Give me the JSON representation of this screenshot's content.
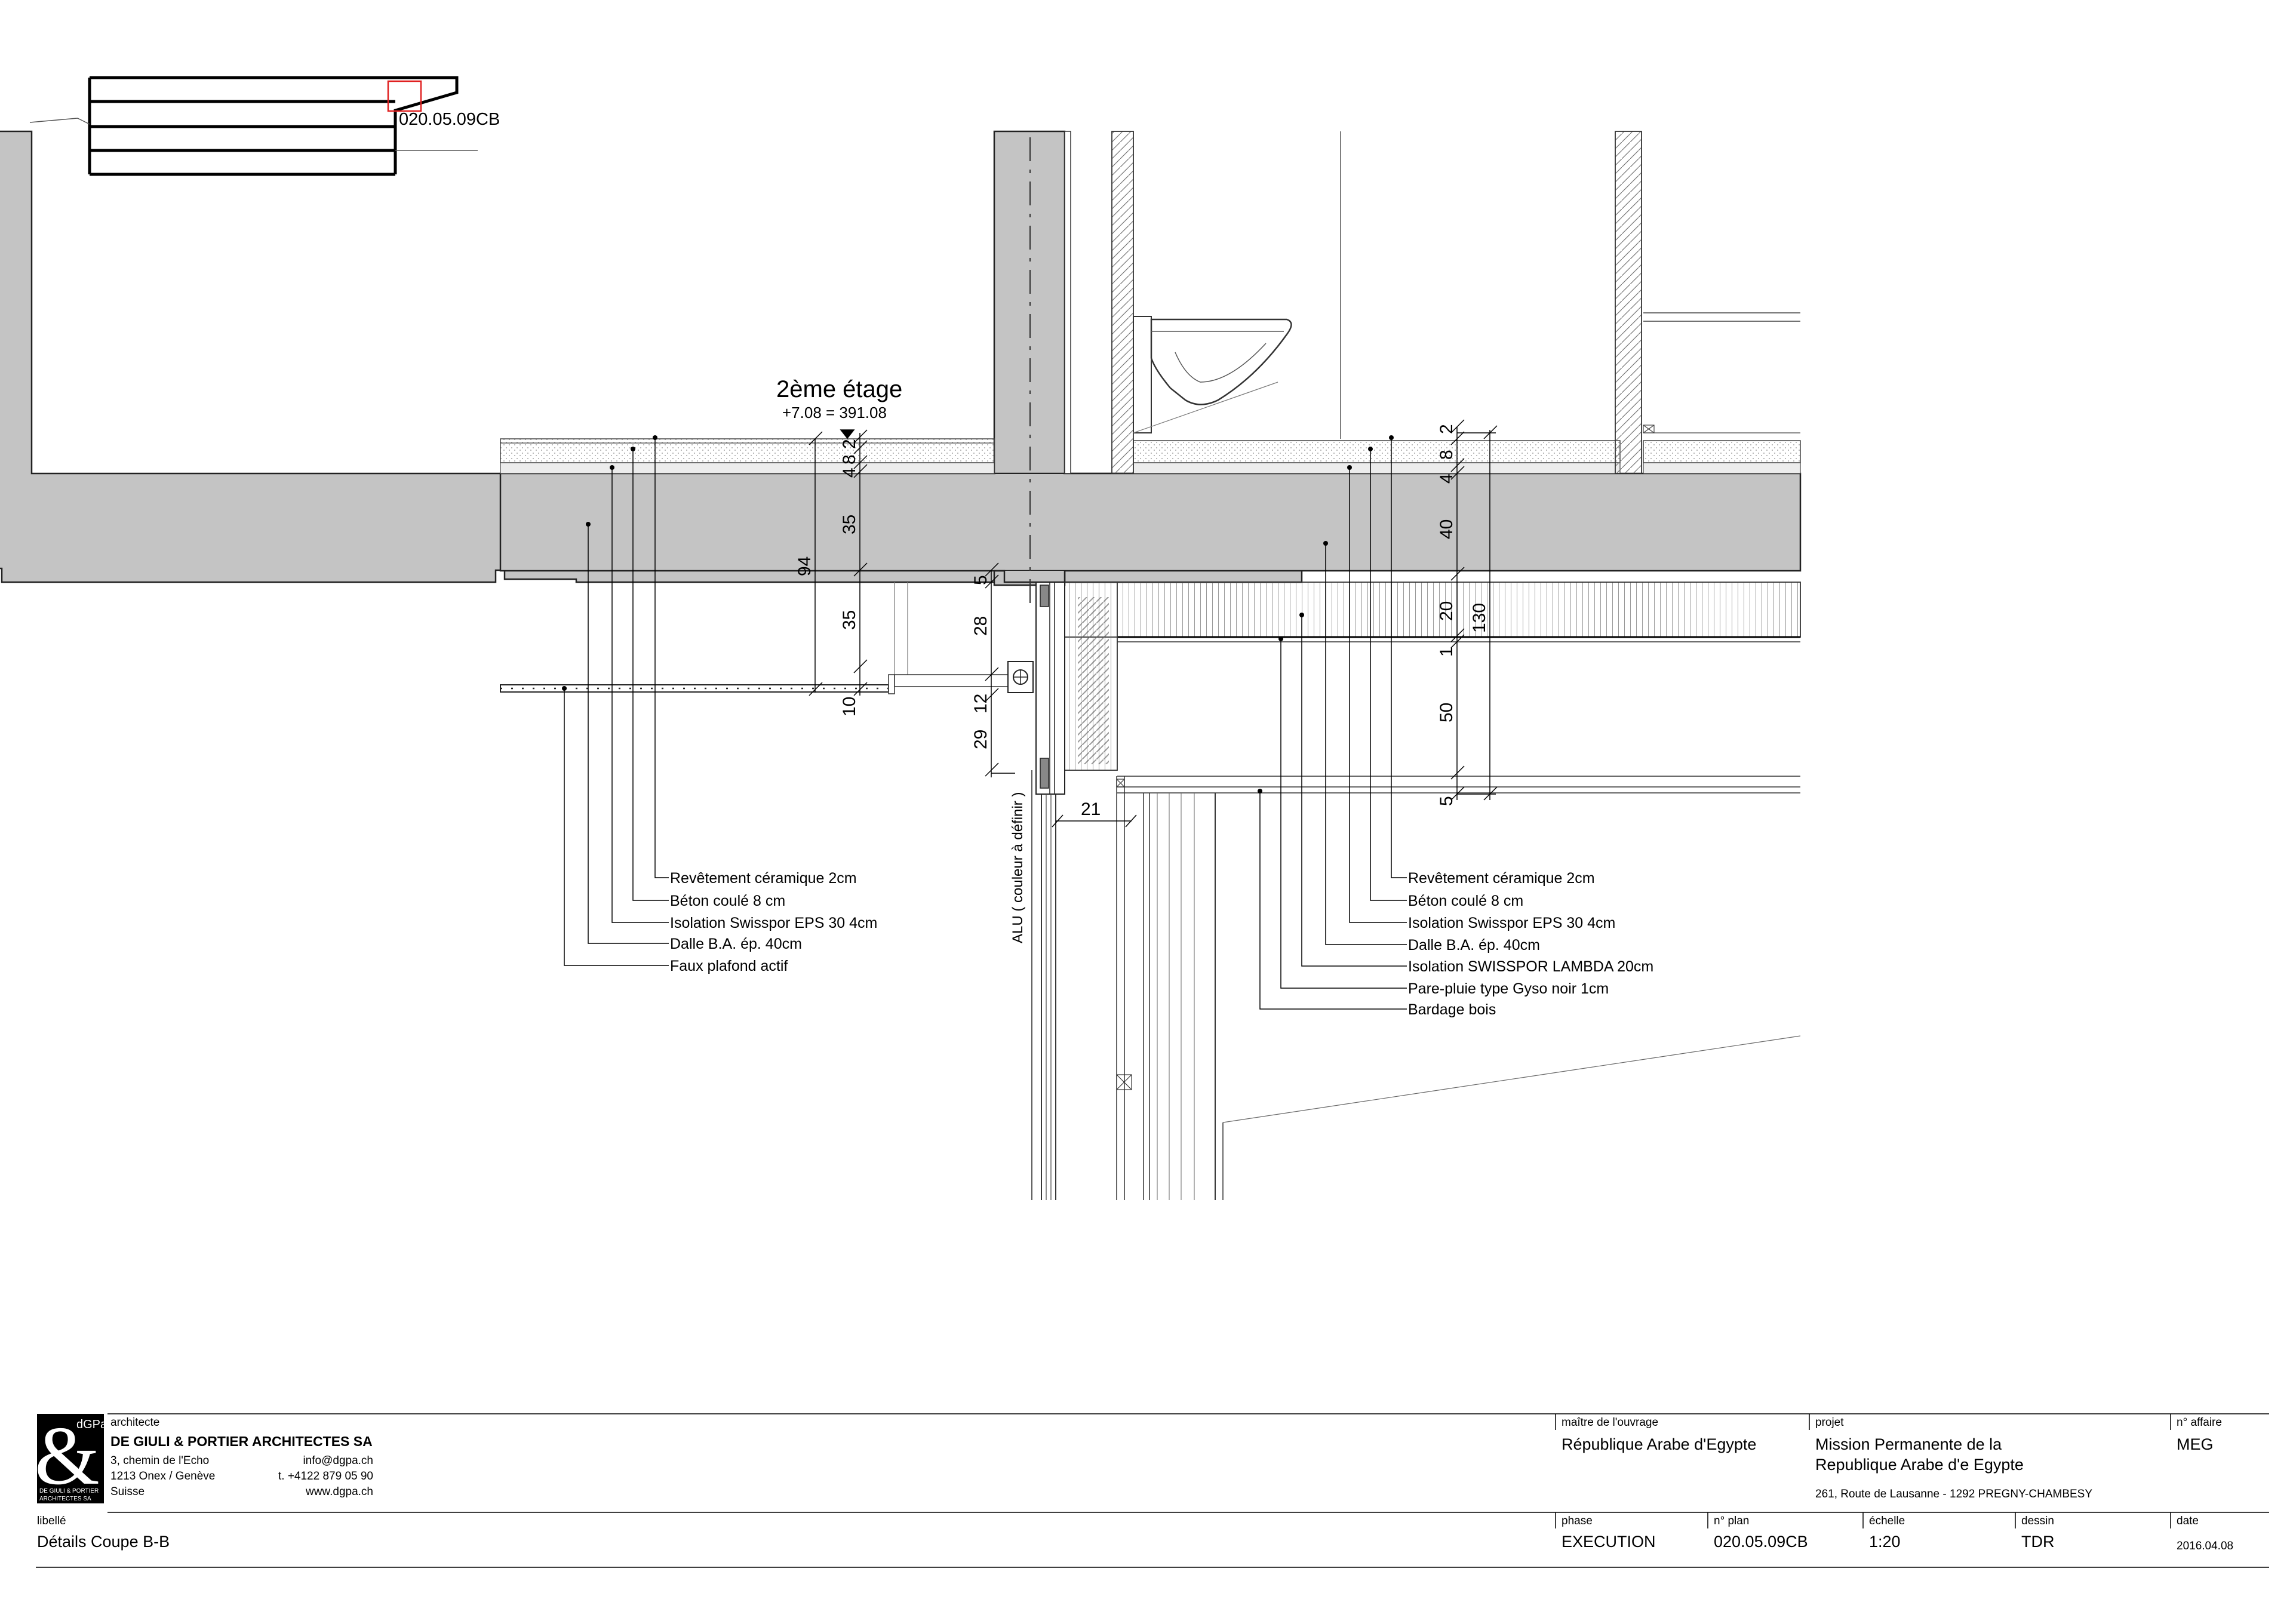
{
  "key_plan": {
    "ref": "020.05.09CB"
  },
  "level": {
    "name": "2ème étage",
    "elevation": "+7.08 = 391.08"
  },
  "dimensions": {
    "left": [
      "4",
      "8",
      "2",
      "35",
      "94",
      "35",
      "10"
    ],
    "middle": [
      "5",
      "28",
      "12",
      "29"
    ],
    "right": [
      "2",
      "8",
      "4",
      "40",
      "20",
      "1",
      "50",
      "5",
      "130"
    ],
    "bottom": "21"
  },
  "alu_label": "ALU ( couleur à définir )",
  "labels_left": [
    "Revêtement céramique  2cm",
    "Béton coulé 8 cm",
    "Isolation Swisspor EPS 30 4cm",
    "Dalle B.A. ép. 40cm",
    "Faux plafond actif"
  ],
  "labels_right": [
    "Revêtement céramique  2cm",
    "Béton coulé 8 cm",
    "Isolation Swisspor EPS 30 4cm",
    "Dalle B.A. ép. 40cm",
    "Isolation SWISSPOR LAMBDA 20cm",
    "Pare-pluie type Gyso noir 1cm",
    "Bardage bois"
  ],
  "title_block": {
    "logo_mark": "&",
    "logo_small": "dGPa",
    "logo_caption_1": "DE GIULI & PORTIER",
    "logo_caption_2": "ARCHITECTES SA",
    "architecte_label": "architecte",
    "firm": "DE GIULI & PORTIER ARCHITECTES SA",
    "address_1": "3, chemin de  l'Echo",
    "address_2": "1213 Onex / Genève",
    "address_3": "Suisse",
    "email": "info@dgpa.ch",
    "phone": "t. +4122 879 05 90",
    "web": "www.dgpa.ch",
    "maitre_label": "maître de l'ouvrage",
    "maitre": "République Arabe d'Egypte",
    "projet_label": "projet",
    "projet_1": "Mission Permanente de la",
    "projet_2": "Republique Arabe d'e Egypte",
    "projet_address": "261, Route de Lausanne - 1292 PREGNY-CHAMBESY",
    "affaire_label": "n° affaire",
    "affaire": "MEG",
    "libelle_label": "libellé",
    "libelle": "Détails Coupe B-B",
    "phase_label": "phase",
    "phase": "EXECUTION",
    "plan_label": "n° plan",
    "plan": "020.05.09CB",
    "echelle_label": "échelle",
    "echelle": "1:20",
    "dessin_label": "dessin",
    "dessin": "TDR",
    "date_label": "date",
    "date": "2016.04.08"
  }
}
